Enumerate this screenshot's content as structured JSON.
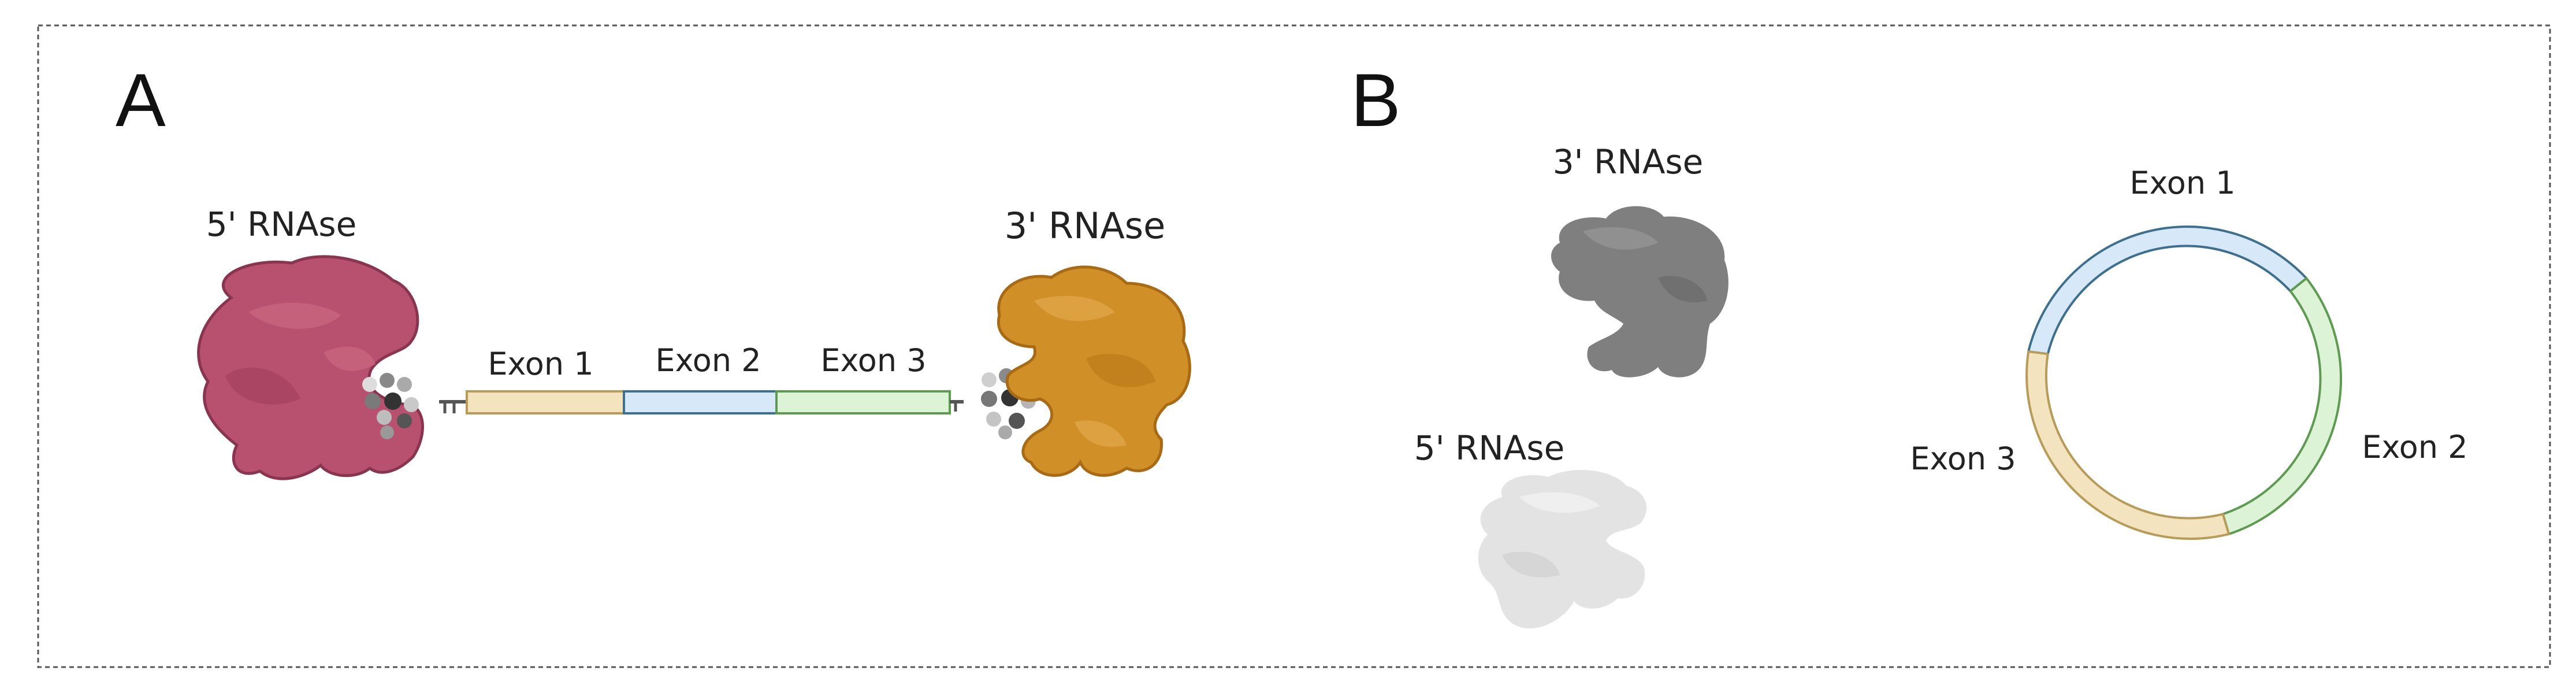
{
  "panels": {
    "a": {
      "letter": "A",
      "rnase_5_label": "5' RNAse",
      "rnase_3_label": "3' RNAse",
      "exon_labels": [
        "Exon 1",
        "Exon 2",
        "Exon 3"
      ]
    },
    "b": {
      "letter": "B",
      "rnase_3_label": "3' RNAse",
      "rnase_5_label": "5' RNAse",
      "exon_labels": [
        "Exon 1",
        "Exon 2",
        "Exon 3"
      ]
    }
  },
  "colors": {
    "exon1_fill": "#d7e8f8",
    "exon1_stroke": "#3f6f8f",
    "exon2_fill": "#dcf3d6",
    "exon2_stroke": "#5f9a52",
    "exon3_fill": "#f3e3bf",
    "exon3_stroke": "#b79b58",
    "rnase_5_active": "#b85070",
    "rnase_3_active": "#d18f28",
    "rnase_inactive_dark": "#7f7f7f",
    "rnase_inactive_light": "#e3e3e3"
  }
}
